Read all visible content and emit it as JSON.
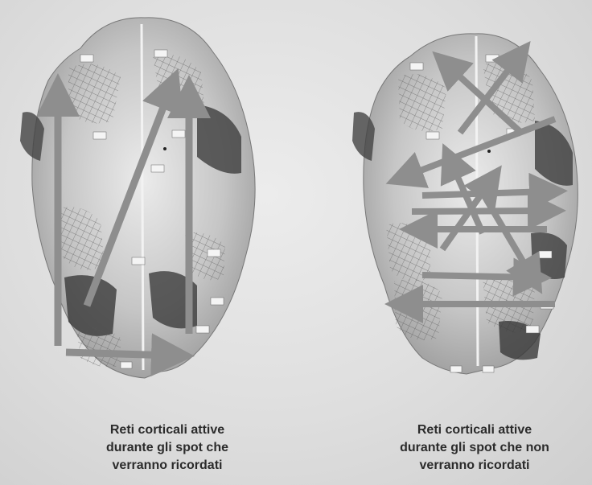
{
  "left_panel": {
    "caption_lines": [
      "Reti corticali attive",
      "durante gli spot che",
      "verranno ricordati"
    ]
  },
  "right_panel": {
    "caption_lines": [
      "Reti corticali attive",
      "durante gli spot che non",
      "verranno ricordati"
    ]
  },
  "colors": {
    "background": "#dcdcdc",
    "brain_light": "#c9c9c9",
    "brain_dark": "#3a3a3a",
    "arrow": "#8e8e8e",
    "caption_text": "#2b2b2b"
  }
}
